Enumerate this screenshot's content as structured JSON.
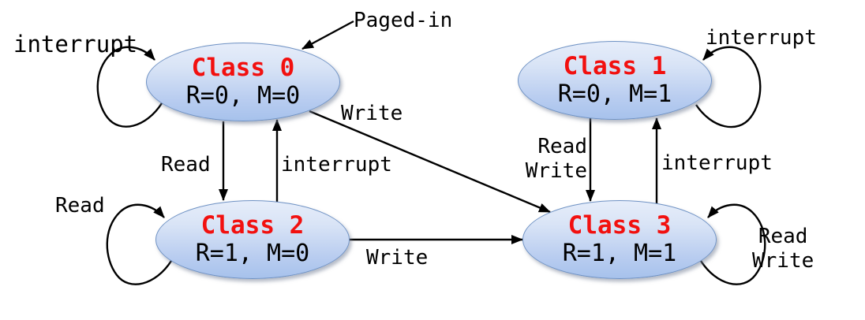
{
  "colors": {
    "title_red": "#f2100f",
    "node_fill_top": "#e6edfa",
    "node_fill_bottom": "#a7c2ec",
    "node_border": "#6f92c4",
    "ink": "#000000"
  },
  "nodes": [
    {
      "title": "Class 0",
      "subtitle": "R=0, M=0"
    },
    {
      "title": "Class 1",
      "subtitle": "R=0, M=1"
    },
    {
      "title": "Class 2",
      "subtitle": "R=1, M=0"
    },
    {
      "title": "Class 3",
      "subtitle": "R=1, M=1"
    }
  ],
  "labels": {
    "paged_in": "Paged-in",
    "class0_self": "interrupt",
    "class0_to_class2": "Read",
    "class2_to_class0": "interrupt",
    "class0_to_class3": "Write",
    "class1_to_class3_read": "Read",
    "class1_to_class3_write": "Write",
    "class3_to_class1": "interrupt",
    "class2_to_class3": "Write",
    "class2_self": "Read",
    "class1_self": "interrupt",
    "class3_self_read": "Read",
    "class3_self_write": "Write"
  }
}
